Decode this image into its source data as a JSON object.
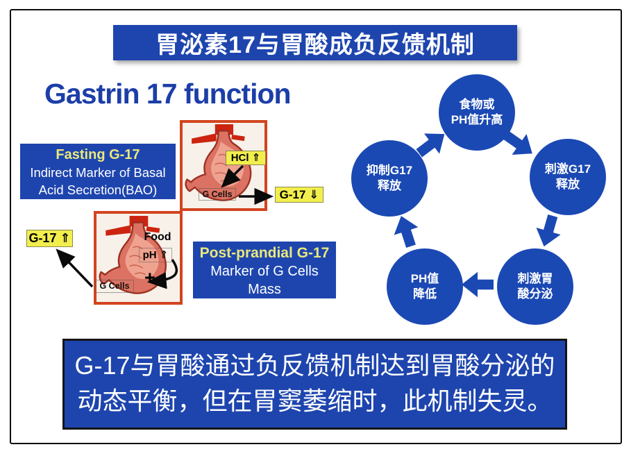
{
  "title_banner": {
    "text": "胃泌素17与胃酸成负反馈机制"
  },
  "section_title": {
    "text": "Gastrin 17 function"
  },
  "fasting_box": {
    "title": "Fasting G-17",
    "line1": "Indirect Marker of Basal",
    "line2": "Acid Secretion(BAO)"
  },
  "postprandial_box": {
    "title": "Post-prandial G-17",
    "line1": "Marker of G Cells",
    "line2": "Mass"
  },
  "figure1": {
    "hcl_label": "HCl ⇑",
    "gcells_label": "G Cells",
    "g17_label": "G-17 ⇓"
  },
  "figure2": {
    "g17_label": "G-17 ⇑",
    "food_label": "Food",
    "ph_label": "pH ⇑",
    "plus": "+",
    "gcells_label": "G Cells"
  },
  "cycle": {
    "nodes": [
      {
        "line1": "食物或",
        "line2": "PH值升高"
      },
      {
        "line1": "刺激G17",
        "line2": "释放"
      },
      {
        "line1": "刺激胃",
        "line2": "酸分泌"
      },
      {
        "line1": "PH值",
        "line2": "降低"
      },
      {
        "line1": "抑制G17",
        "line2": "释放"
      }
    ]
  },
  "conclusion": {
    "line1": "G-17与胃酸通过负反馈机制达到胃酸分泌的",
    "line2": "动态平衡，但在胃窦萎缩时，此机制失灵。"
  },
  "colors": {
    "banner_blue": "#1e45ae",
    "circle_blue": "#1b49b4",
    "label_yellow": "#f2ee4d",
    "accent_yellow": "#e9e87c",
    "frame_red": "#d2441f"
  }
}
